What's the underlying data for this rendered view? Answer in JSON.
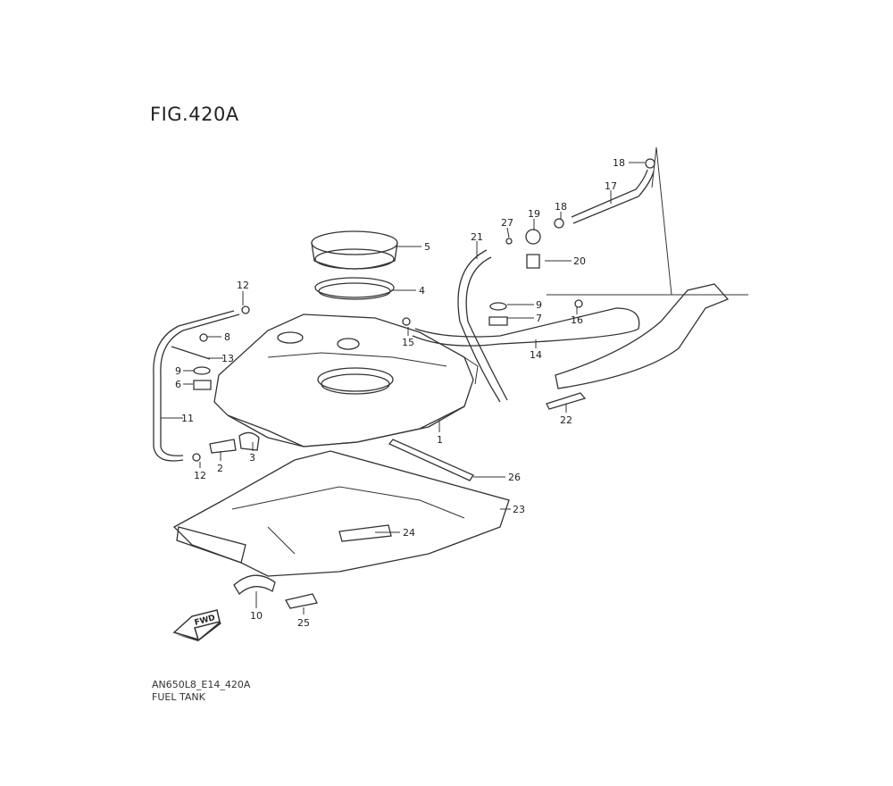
{
  "figure": {
    "title": "FIG.420A",
    "code": "AN650L8_E14_420A",
    "name": "FUEL TANK",
    "fwd_label": "FWD"
  },
  "callouts": [
    "18",
    "17",
    "19",
    "18",
    "27",
    "21",
    "20",
    "5",
    "4",
    "12",
    "9",
    "7",
    "16",
    "8",
    "15",
    "14",
    "13",
    "9",
    "6",
    "11",
    "22",
    "1",
    "2",
    "3",
    "12",
    "26",
    "23",
    "24",
    "10",
    "25"
  ]
}
